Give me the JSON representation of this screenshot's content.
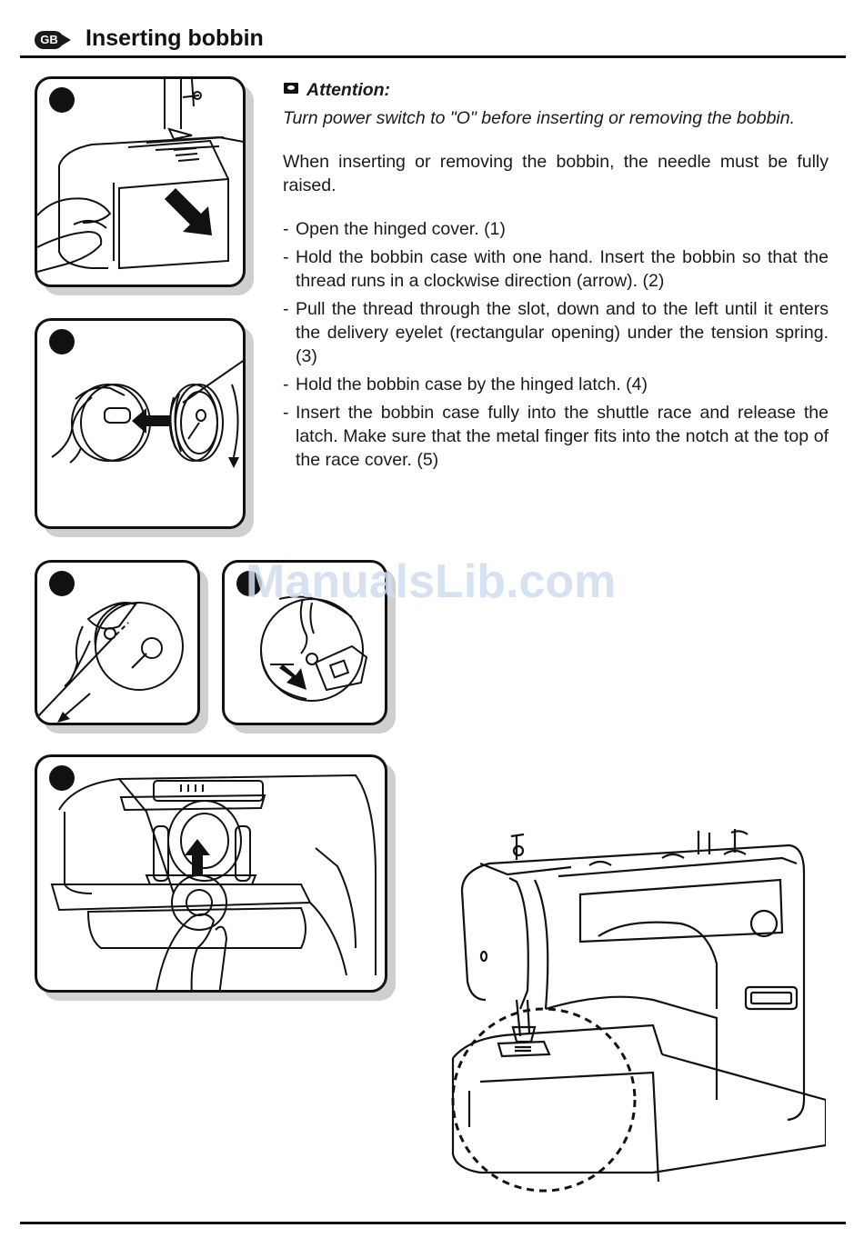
{
  "header": {
    "language_badge": "GB",
    "title": "Inserting bobbin"
  },
  "attention": {
    "heading": "Attention:",
    "body": "Turn power switch to \"O\" before inserting or removing the bobbin."
  },
  "intro": "When inserting or removing the bobbin, the needle must be fully raised.",
  "steps": [
    "Open the hinged cover. (1)",
    "Hold the bobbin case with one hand. Insert the bobbin so that the thread runs in a clockwise direction (arrow). (2)",
    "Pull the thread through the slot, down and to the left until it enters the delivery eyelet (rectangular opening) under the tension spring. (3)",
    "Hold the bobbin case by the hinged latch. (4)",
    "Insert the bobbin case fully into the shuttle race and release the latch. Make sure that the metal finger fits into the notch at the top of the race cover. (5)"
  ],
  "watermark": "ManualsLib.com",
  "icons": {
    "step_marker": "filled-circle-icon",
    "attention": "eye-icon",
    "direction": "arrow-icon"
  }
}
